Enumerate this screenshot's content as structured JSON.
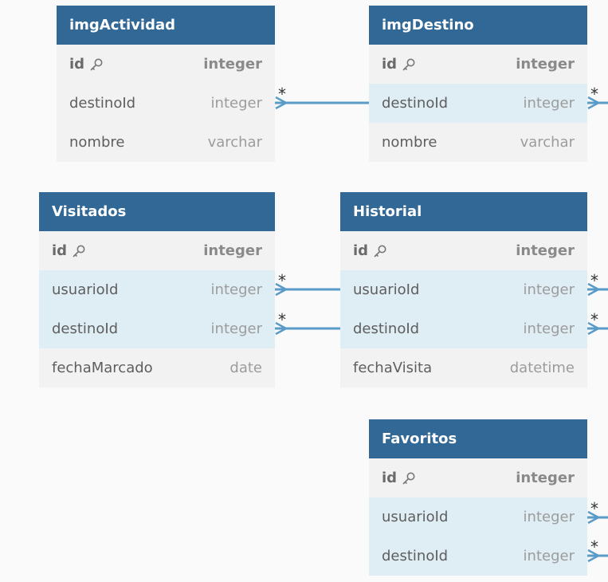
{
  "diagram": {
    "colors": {
      "header": "#316896",
      "link": "#5b9bc8",
      "row": "#f2f2f2",
      "row_related": "#dfedf5"
    },
    "cardinality_label": "*",
    "tables": [
      {
        "id": "imgActividad",
        "title": "imgActividad",
        "fields": [
          {
            "name": "id",
            "type": "integer",
            "pk": true
          },
          {
            "name": "destinoId",
            "type": "integer"
          },
          {
            "name": "nombre",
            "type": "varchar"
          }
        ]
      },
      {
        "id": "imgDestino",
        "title": "imgDestino",
        "fields": [
          {
            "name": "id",
            "type": "integer",
            "pk": true
          },
          {
            "name": "destinoId",
            "type": "integer",
            "related": true
          },
          {
            "name": "nombre",
            "type": "varchar"
          }
        ]
      },
      {
        "id": "Visitados",
        "title": "Visitados",
        "fields": [
          {
            "name": "id",
            "type": "integer",
            "pk": true
          },
          {
            "name": "usuarioId",
            "type": "integer",
            "related": true
          },
          {
            "name": "destinoId",
            "type": "integer",
            "related": true
          },
          {
            "name": "fechaMarcado",
            "type": "date"
          }
        ]
      },
      {
        "id": "Historial",
        "title": "Historial",
        "fields": [
          {
            "name": "id",
            "type": "integer",
            "pk": true
          },
          {
            "name": "usuarioId",
            "type": "integer",
            "related": true
          },
          {
            "name": "destinoId",
            "type": "integer",
            "related": true
          },
          {
            "name": "fechaVisita",
            "type": "datetime"
          }
        ]
      },
      {
        "id": "Favoritos",
        "title": "Favoritos",
        "fields": [
          {
            "name": "id",
            "type": "integer",
            "pk": true
          },
          {
            "name": "usuarioId",
            "type": "integer",
            "related": true
          },
          {
            "name": "destinoId",
            "type": "integer",
            "related": true
          }
        ]
      }
    ]
  }
}
